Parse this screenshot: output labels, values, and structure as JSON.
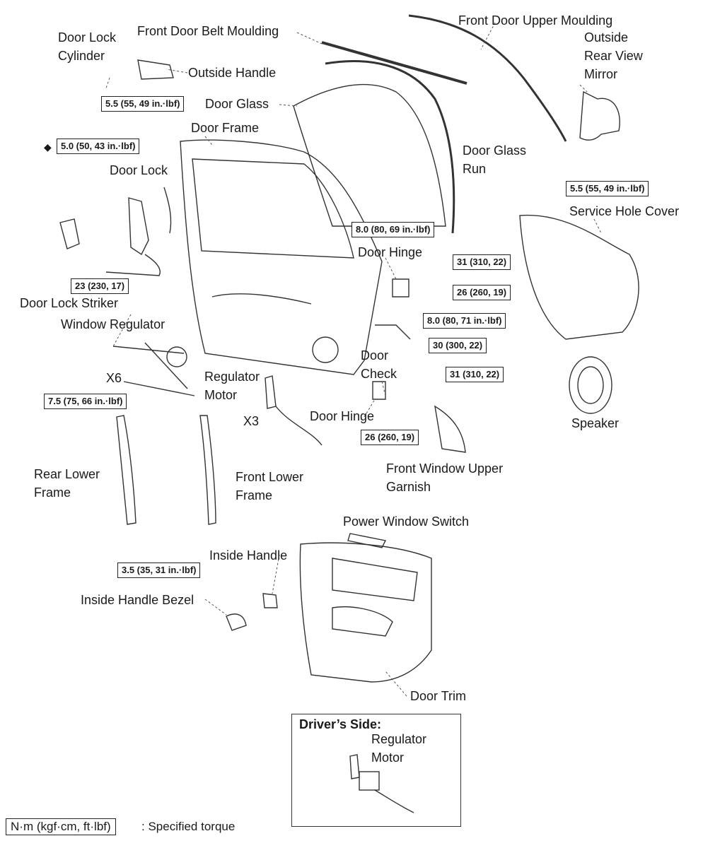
{
  "labels": {
    "door_lock_cylinder": [
      "Door Lock",
      "Cylinder"
    ],
    "front_door_belt_moulding": "Front Door Belt Moulding",
    "outside_handle": "Outside Handle",
    "front_door_upper_moulding": "Front Door Upper Moulding",
    "outside_rear_view_mirror": [
      "Outside",
      "Rear View",
      "Mirror"
    ],
    "door_glass": "Door Glass",
    "door_frame": "Door Frame",
    "door_glass_run": [
      "Door Glass",
      "Run"
    ],
    "door_lock": "Door Lock",
    "service_hole_cover": "Service Hole Cover",
    "door_hinge_upper": "Door Hinge",
    "door_lock_striker": "Door Lock Striker",
    "window_regulator": "Window Regulator",
    "door_check": [
      "Door",
      "Check"
    ],
    "regulator_motor": [
      "Regulator",
      "Motor"
    ],
    "door_hinge_lower": "Door Hinge",
    "speaker": "Speaker",
    "rear_lower_frame": [
      "Rear Lower",
      "Frame"
    ],
    "front_lower_frame": [
      "Front Lower",
      "Frame"
    ],
    "front_window_upper_garnish": [
      "Front Window Upper",
      "Garnish"
    ],
    "power_window_switch": "Power Window Switch",
    "inside_handle": "Inside Handle",
    "inside_handle_bezel": "Inside Handle Bezel",
    "door_trim": "Door Trim"
  },
  "multipliers": {
    "x6": "X6",
    "x3": "X3"
  },
  "torques": {
    "t_outside_handle": "5.5 (55, 49 in.·lbf)",
    "t_door_lock": "5.0 (50, 43 in.·lbf)",
    "t_mirror": "5.5 (55, 49 in.·lbf)",
    "t_glass": "8.0 (80, 69 in.·lbf)",
    "t_hinge_upper_1": "31 (310, 22)",
    "t_hinge_upper_2": "26 (260, 19)",
    "t_check": "8.0 (80, 71 in.·lbf)",
    "t_hinge_lower_1": "30 (300, 22)",
    "t_hinge_lower_2": "31 (310, 22)",
    "t_hinge_lower_3": "26 (260, 19)",
    "t_striker": "23 (230, 17)",
    "t_regulator": "7.5 (75, 66 in.·lbf)",
    "t_inside_handle": "3.5 (35, 31 in.·lbf)"
  },
  "inset": {
    "title": "Driver’s Side:",
    "regulator_motor": [
      "Regulator",
      "Motor"
    ]
  },
  "legend": {
    "box": "N·m (kgf·cm, ft·lbf)",
    "text": ": Specified torque"
  },
  "diamond_marker": "◆"
}
